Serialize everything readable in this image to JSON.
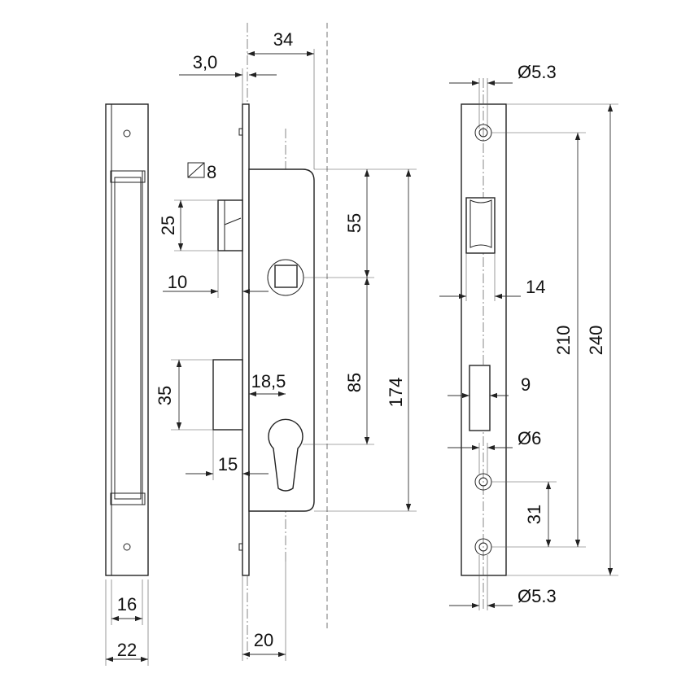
{
  "dimensions": {
    "backset": "34",
    "faceplate_thickness": "3,0",
    "square": "8",
    "latch_height": "25",
    "latch_to_spindle": "55",
    "latch_projection": "10",
    "bolt_height": "35",
    "spindle_to_cylinder": "85",
    "case_height": "174",
    "cylinder_offset": "18,5",
    "bolt_projection": "15",
    "case_depth": "20",
    "strike_inner_width": "16",
    "strike_width": "22",
    "hole_top": "Ø5.3",
    "latch_opening": "14",
    "strike_hole_spacing": "210",
    "faceplate_length": "240",
    "bolt_opening": "9",
    "hole_mid": "Ø6",
    "hole_spacing": "31",
    "hole_bottom": "Ø5.3"
  }
}
